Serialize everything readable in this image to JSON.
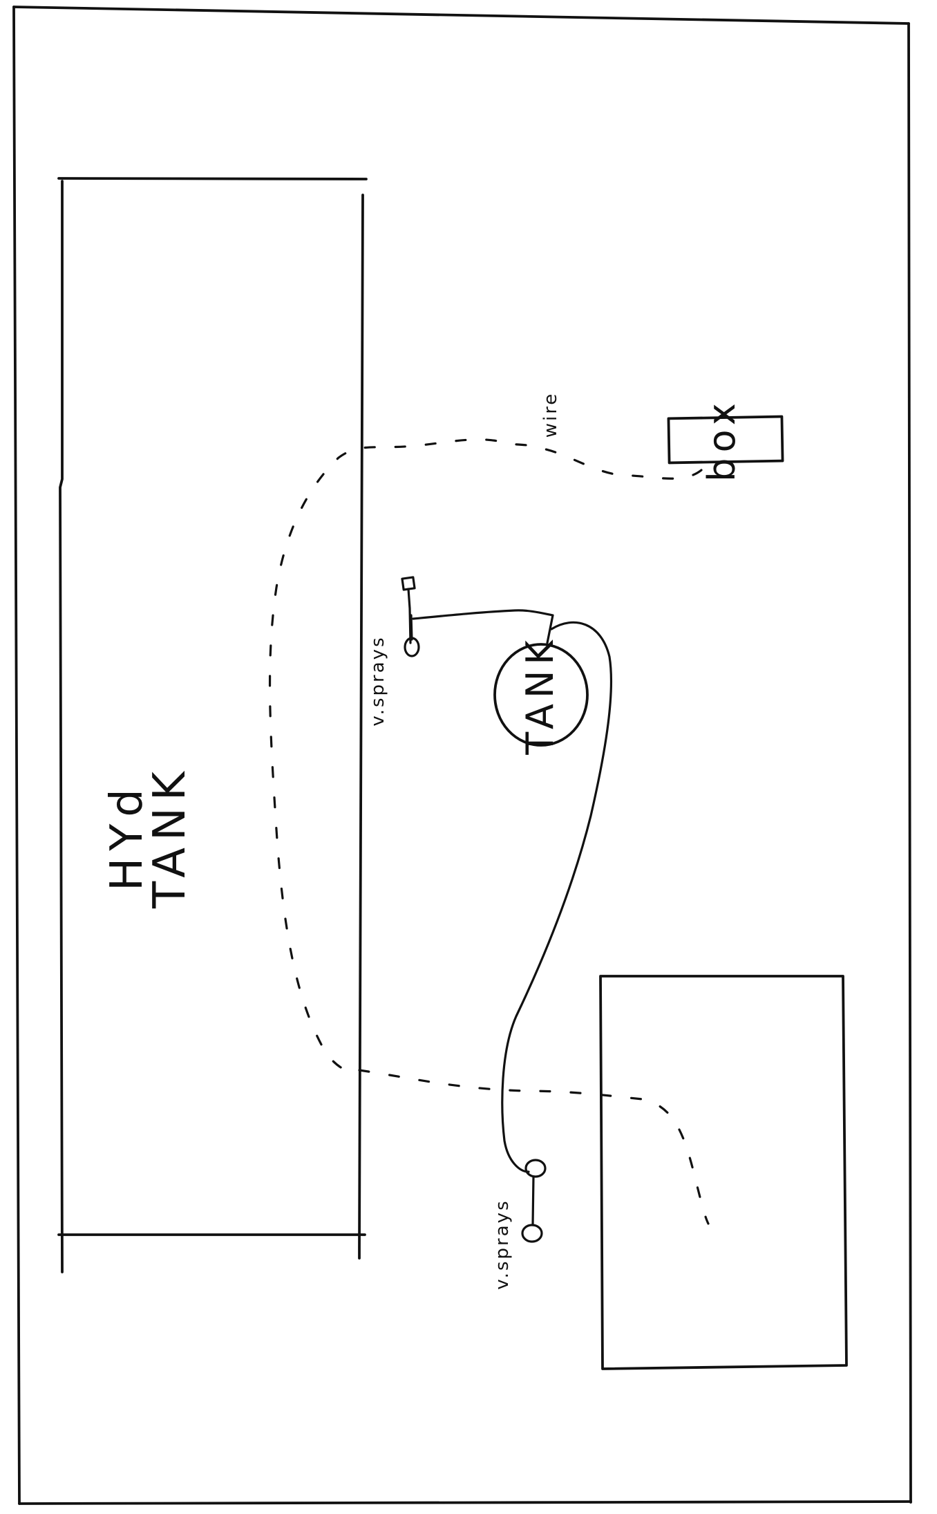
{
  "labels": {
    "hyd": "HYd",
    "hyd_tank": "TANK",
    "tank": "TANK",
    "box": "box",
    "wire": "wire",
    "v_sprays_top": "v.sprays",
    "v_sprays_bottom": "v.sprays"
  }
}
